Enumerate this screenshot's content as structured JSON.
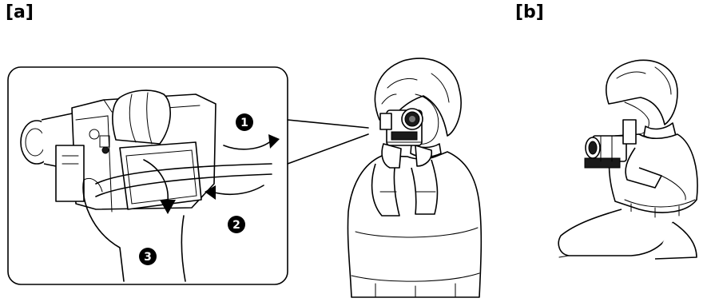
{
  "panels": {
    "a": {
      "label": "[a]"
    },
    "b": {
      "label": "[b]"
    }
  },
  "steps": [
    {
      "number": "1"
    },
    {
      "number": "2"
    },
    {
      "number": "3"
    }
  ]
}
